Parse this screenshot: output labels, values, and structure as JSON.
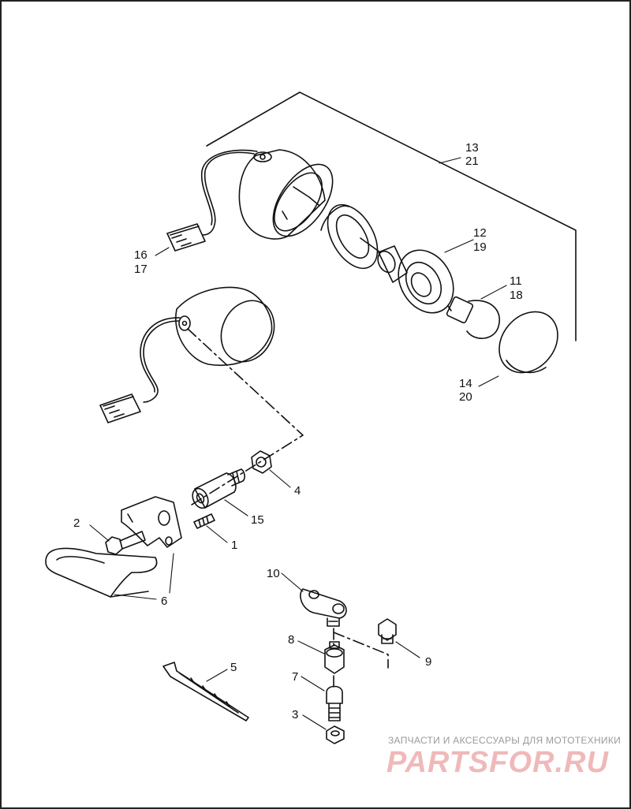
{
  "callouts": {
    "c13": "13",
    "c21": "21",
    "c12": "12",
    "c19": "19",
    "c11": "11",
    "c18": "18",
    "c16": "16",
    "c17": "17",
    "c14": "14",
    "c20": "20",
    "c4": "4",
    "c15": "15",
    "c2": "2",
    "c1": "1",
    "c6": "6",
    "c10": "10",
    "c8": "8",
    "c9": "9",
    "c5": "5",
    "c7": "7",
    "c3": "3"
  },
  "watermark": {
    "caption": "ЗАПЧАСТИ И АКСЕССУАРЫ ДЛЯ МОТОТЕХНИКИ",
    "logo": "PARTSFOR.RU"
  },
  "colors": {
    "line": "#111111",
    "watermark_text": "#9a9a9a",
    "watermark_logo": "#f0b9b9"
  }
}
